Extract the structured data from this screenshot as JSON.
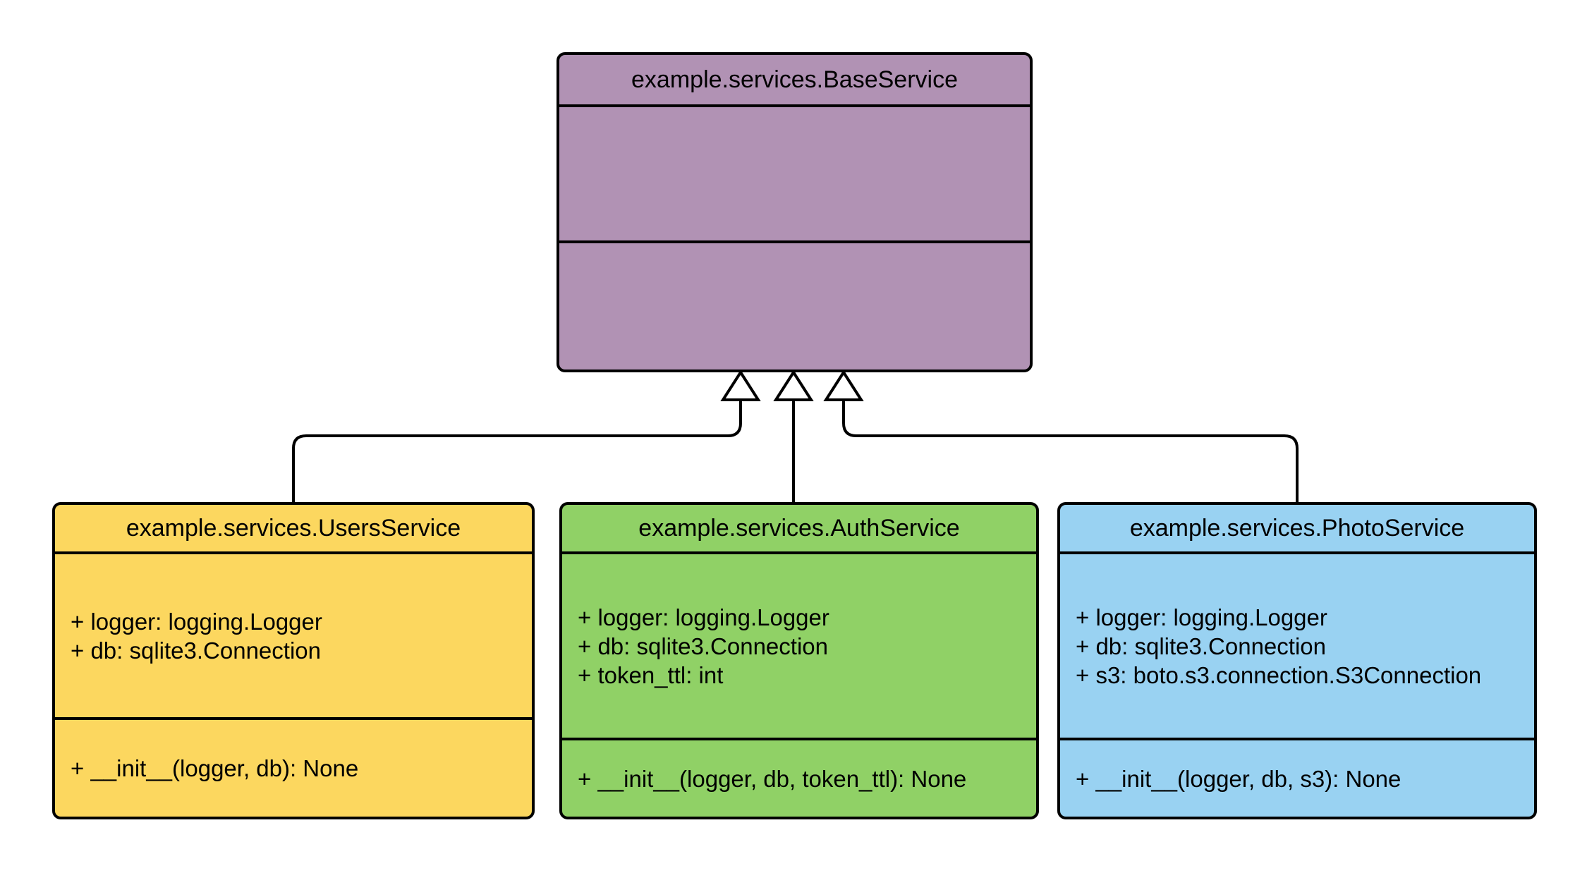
{
  "diagram": {
    "type": "uml-class-diagram",
    "background": "#ffffff",
    "line_color": "#000000",
    "text_color": "#000000"
  },
  "classes": [
    {
      "id": "base",
      "title": "example.services.BaseService",
      "fill": "#b192b4",
      "attributes": [],
      "methods": []
    },
    {
      "id": "users",
      "title": "example.services.UsersService",
      "fill": "#fcd75f",
      "attributes": [
        "+ logger: logging.Logger",
        "+ db: sqlite3.Connection"
      ],
      "methods": [
        "+ __init__(logger, db): None"
      ]
    },
    {
      "id": "auth",
      "title": "example.services.AuthService",
      "fill": "#90d166",
      "attributes": [
        "+ logger: logging.Logger",
        "+ db: sqlite3.Connection",
        "+ token_ttl: int"
      ],
      "methods": [
        "+ __init__(logger, db, token_ttl): None"
      ]
    },
    {
      "id": "photo",
      "title": "example.services.PhotoService",
      "fill": "#99d2f2",
      "attributes": [
        "+ logger: logging.Logger",
        "+ db: sqlite3.Connection",
        "+ s3: boto.s3.connection.S3Connection"
      ],
      "methods": [
        "+ __init__(logger, db, s3): None"
      ]
    }
  ],
  "edges": [
    {
      "type": "inheritance",
      "from": "example.services.UsersService",
      "to": "example.services.BaseService"
    },
    {
      "type": "inheritance",
      "from": "example.services.AuthService",
      "to": "example.services.BaseService"
    },
    {
      "type": "inheritance",
      "from": "example.services.PhotoService",
      "to": "example.services.BaseService"
    }
  ]
}
